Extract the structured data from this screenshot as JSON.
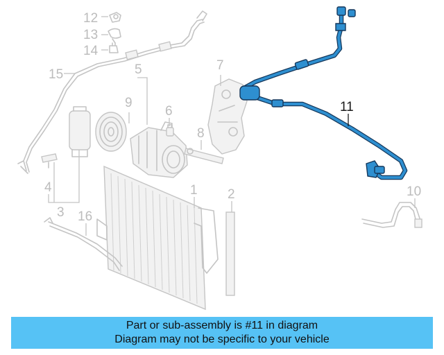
{
  "diagram": {
    "callouts": [
      {
        "id": "c1",
        "text": "1"
      },
      {
        "id": "c2",
        "text": "2"
      },
      {
        "id": "c3",
        "text": "3"
      },
      {
        "id": "c4",
        "text": "4"
      },
      {
        "id": "c5",
        "text": "5"
      },
      {
        "id": "c6",
        "text": "6"
      },
      {
        "id": "c7",
        "text": "7"
      },
      {
        "id": "c8",
        "text": "8"
      },
      {
        "id": "c9",
        "text": "9"
      },
      {
        "id": "c10",
        "text": "10"
      },
      {
        "id": "c11",
        "text": "11"
      },
      {
        "id": "c12",
        "text": "12"
      },
      {
        "id": "c13",
        "text": "13"
      },
      {
        "id": "c14",
        "text": "14"
      },
      {
        "id": "c15",
        "text": "15"
      },
      {
        "id": "c16",
        "text": "16"
      }
    ],
    "highlighted_part": "11",
    "colors": {
      "highlight": "#2e8fd0",
      "highlight_outline": "#15375a",
      "ghost": "#c4c4c4",
      "banner": "#56c2f5"
    }
  },
  "banner": {
    "line1": "Part or sub-assembly is #11 in diagram",
    "line2": "Diagram may not be specific to your vehicle"
  }
}
